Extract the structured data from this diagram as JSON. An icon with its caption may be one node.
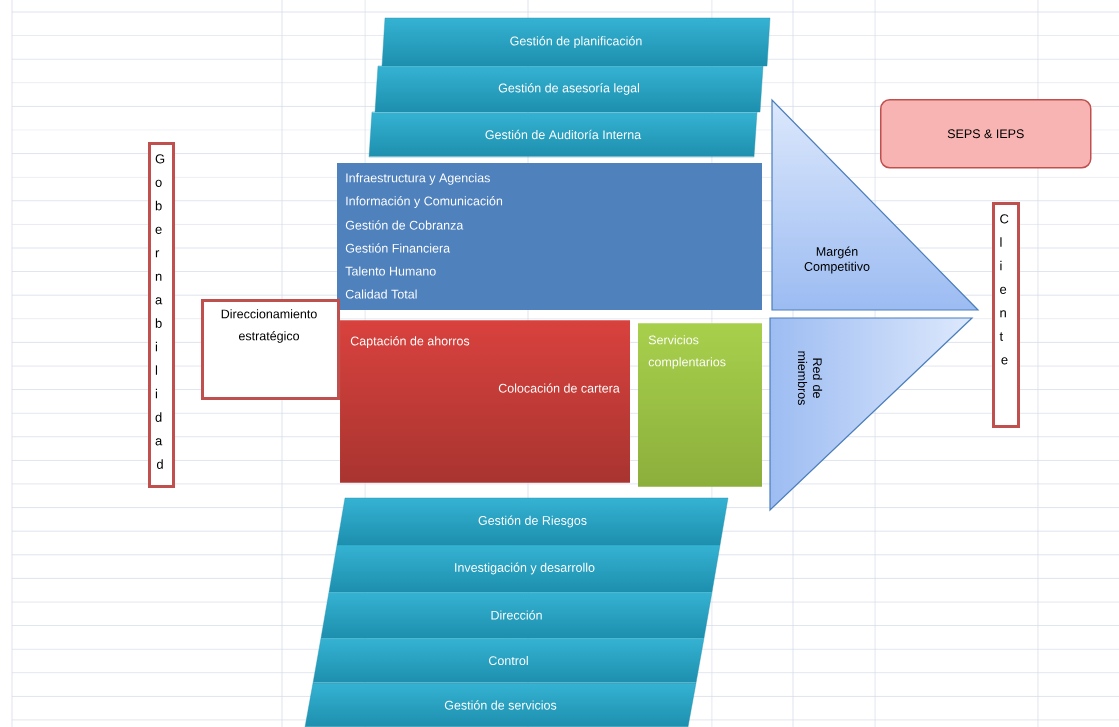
{
  "diagram": {
    "nodes": [
      {
        "text": [
          "Gestión de planificación"
        ]
      },
      {
        "text": [
          "Gestión de asesoría legal"
        ]
      },
      {
        "text": [
          "Gestión de Auditoría Interna"
        ]
      },
      {
        "text": [
          "SEPS & IEPS"
        ]
      },
      {
        "text": [
          "Gobernabilidad"
        ]
      },
      {
        "text": [
          "Infraestructura y Agencias",
          "Información y Comunicación",
          "Gestión de Cobranza",
          "Gestión Financiera",
          "Talento Humano",
          "Calidad Total"
        ]
      },
      {
        "text": [
          "Margén Competitivo"
        ]
      },
      {
        "text": [
          "Cliente"
        ]
      },
      {
        "text": [
          "Direccionamiento estratégico"
        ]
      },
      {
        "text": [
          "Captación de ahorros",
          "Colocación de cartera"
        ]
      },
      {
        "text": [
          "Servicios complentarios"
        ]
      },
      {
        "text": [
          "Red de miembros"
        ]
      },
      {
        "text": [
          "Gestión de Riesgos"
        ]
      },
      {
        "text": [
          "Investigación y desarrollo"
        ]
      },
      {
        "text": [
          "Dirección"
        ]
      },
      {
        "text": [
          "Control"
        ]
      },
      {
        "text": [
          "Gestión de servicios"
        ]
      }
    ]
  }
}
